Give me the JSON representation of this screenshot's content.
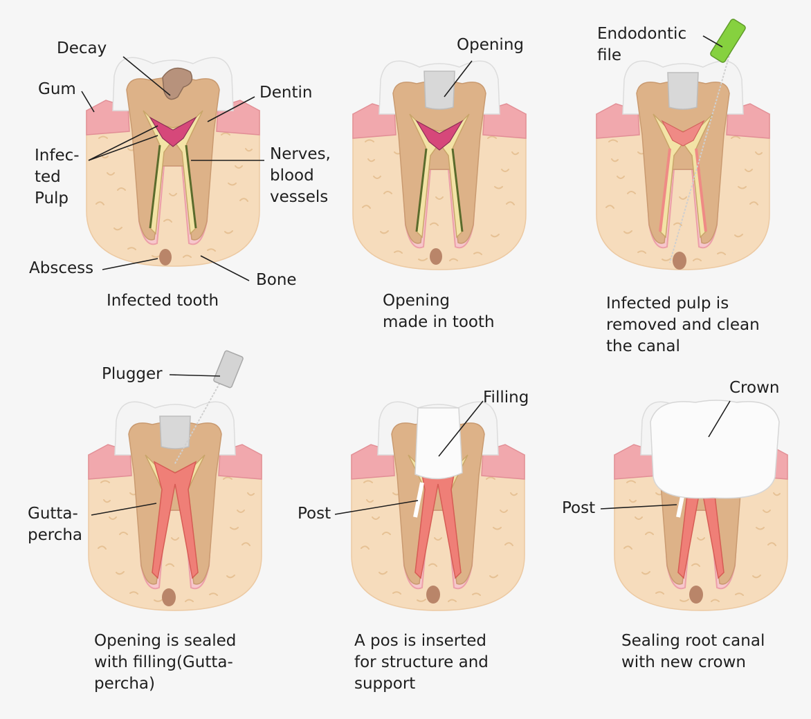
{
  "colors": {
    "background": "#f6f6f6",
    "gum": "#f1a8ad",
    "bone": "#f6dcbc",
    "bone_speck": "#e9c59c",
    "enamel": "#f4f4f4",
    "dentin": "#ddb288",
    "pulp_healthy": "#f3e3a6",
    "pulp_infected": "#d6487a",
    "gutta_percha": "#ef7f77",
    "filling": "#d8d8d8",
    "crown": "#fbfbfb",
    "abscess": "#b98569",
    "file_green": "#86d13f",
    "text": "#1e1e1e"
  },
  "panels": [
    {
      "caption": "Infected tooth",
      "labels": {
        "decay": "Decay",
        "gum": "Gum",
        "dentin": "Dentin",
        "infected_pulp": "Infec-\nted\nPulp",
        "nerves": "Nerves,\nblood\nvessels",
        "abscess": "Abscess",
        "bone": "Bone"
      }
    },
    {
      "caption": "Opening\nmade in tooth",
      "labels": {
        "opening": "Opening"
      }
    },
    {
      "caption": "Infected pulp is\nremoved and clean\nthe canal",
      "labels": {
        "file": "Endodontic\nfile"
      }
    },
    {
      "caption": "Opening is sealed\nwith filling(Gutta-\npercha)",
      "labels": {
        "plugger": "Plugger",
        "gutta": "Gutta-\npercha"
      }
    },
    {
      "caption": "A pos is inserted\nfor structure and\nsupport",
      "labels": {
        "filling": "Filling",
        "post": "Post"
      }
    },
    {
      "caption": "Sealing root canal\nwith new crown",
      "labels": {
        "crown": "Crown",
        "post": "Post"
      }
    }
  ]
}
